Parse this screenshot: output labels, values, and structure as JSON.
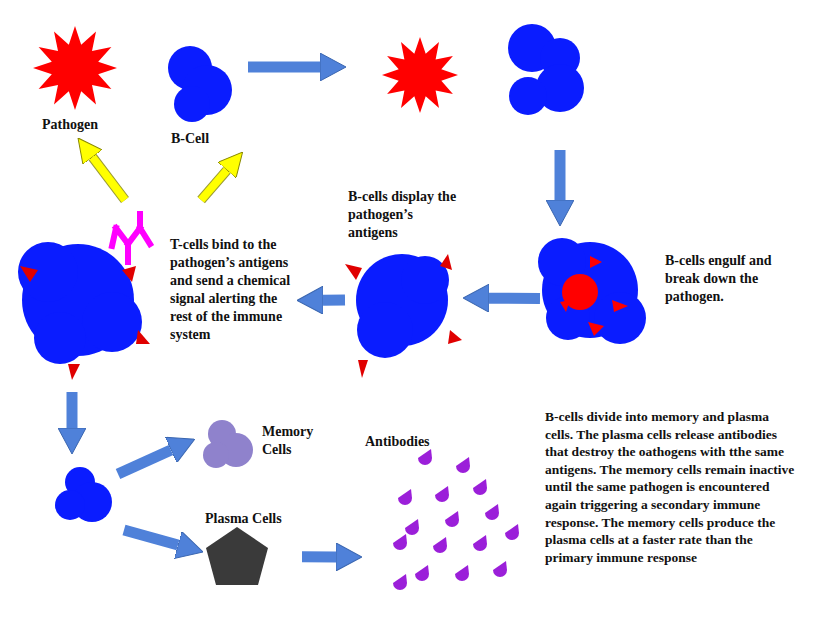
{
  "diagram": {
    "nodes": [
      {
        "text": [
          "Pathogen"
        ]
      },
      {
        "text": [
          "B-Cell"
        ]
      },
      {
        "text": [
          "B-cells engulf and break down the pathogen."
        ]
      },
      {
        "text": [
          "B-cells display the pathogen’s antigens"
        ]
      },
      {
        "text": [
          "T-cells bind to the pathogen’s antigens and send a chemical signal alerting the rest of the immune system"
        ]
      },
      {
        "text": [
          "Memory Cells"
        ]
      },
      {
        "text": [
          "Plasma Cells"
        ]
      },
      {
        "text": [
          "Antibodies"
        ]
      }
    ],
    "edges": [
      {
        "from": 2,
        "to": 3,
        "arrow": "to"
      },
      {
        "from": 3,
        "to": 4,
        "arrow": "to"
      },
      {
        "from": 4,
        "to": 0,
        "arrow": "to"
      },
      {
        "from": 4,
        "to": 1,
        "arrow": "to"
      },
      {
        "from": 6,
        "to": 7,
        "arrow": "to"
      }
    ],
    "labels": [
      "B-cells divide into memory and plasma cells. The plasma cells release antibodies that destroy the oathogens with tthe same antigens. The memory cells remain inactive until the same pathogen is encountered again triggering a secondary immune response. The memory cells produce the plasma cells at a faster rate than the primary immune response"
    ]
  }
}
